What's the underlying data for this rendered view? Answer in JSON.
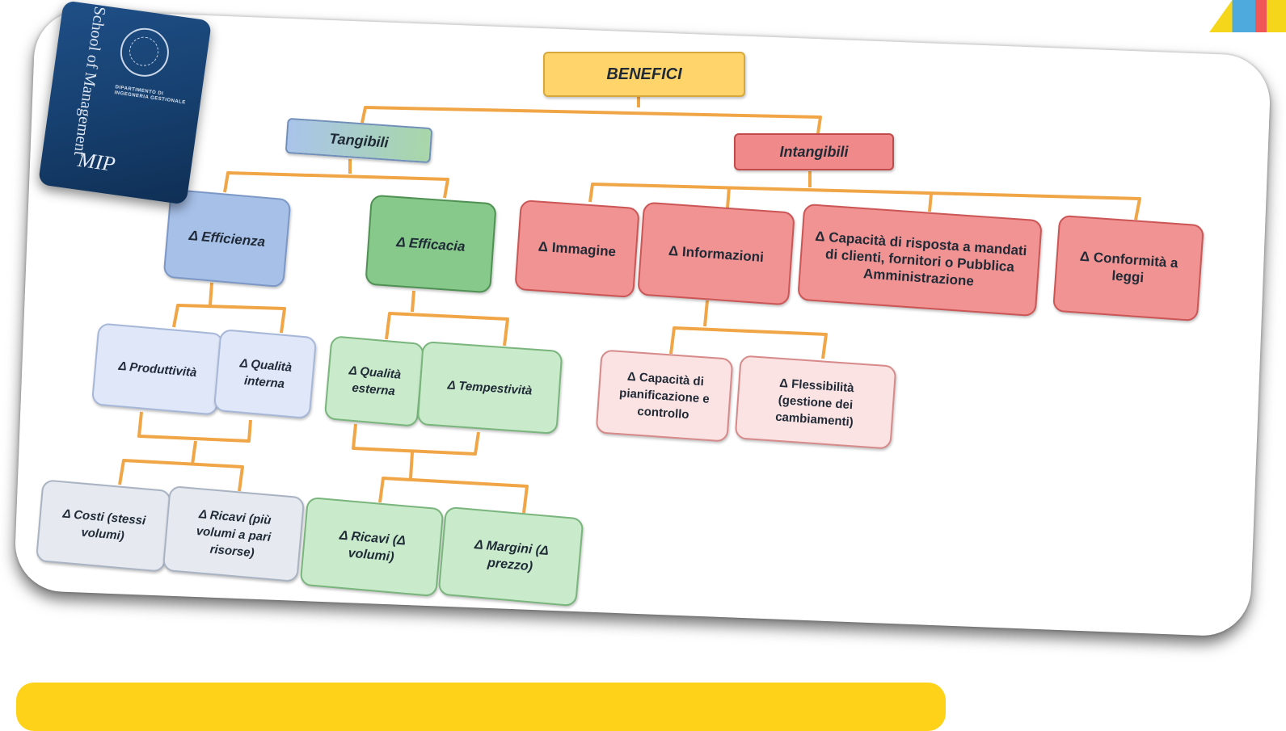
{
  "logo": {
    "vertical_text": "School of Management",
    "dept_text": "DIPARTIMENTO DI INGEGNERIA GESTIONALE",
    "brand": "MIP"
  },
  "diagram": {
    "root": "BENEFICI",
    "tangibili": "Tangibili",
    "intangibili": "Intangibili",
    "efficienza": "Δ Efficienza",
    "efficacia": "Δ Efficacia",
    "produttivita": "Δ Produttività",
    "qualita_interna": "Δ Qualità interna",
    "qualita_esterna": "Δ Qualità esterna",
    "tempestivita": "Δ Tempestività",
    "costi": "Δ Costi (stessi volumi)",
    "ricavi_risorse": "Δ Ricavi (più volumi a pari risorse)",
    "ricavi_volumi": "Δ Ricavi (Δ volumi)",
    "margini": "Δ Margini (Δ prezzo)",
    "immagine": "Δ Immagine",
    "informazioni": "Δ Informazioni",
    "capacita_risposta": "Δ Capacità di risposta a mandati di clienti, fornitori o Pubblica Amministrazione",
    "conformita": "Δ Conformità a leggi",
    "pianificazione": "Δ Capacità di pianificazione e controllo",
    "flessibilita": "Δ Flessibilità (gestione dei cambiamenti)"
  },
  "colors": {
    "connector": "#f0a646",
    "root": "#ffd56b",
    "tangible_blue": "#a7c0e8",
    "tangible_green": "#86c98a",
    "intangible_red": "#f19393",
    "bottom_bar": "#ffd21a",
    "logo_blue": "#163f6e"
  }
}
